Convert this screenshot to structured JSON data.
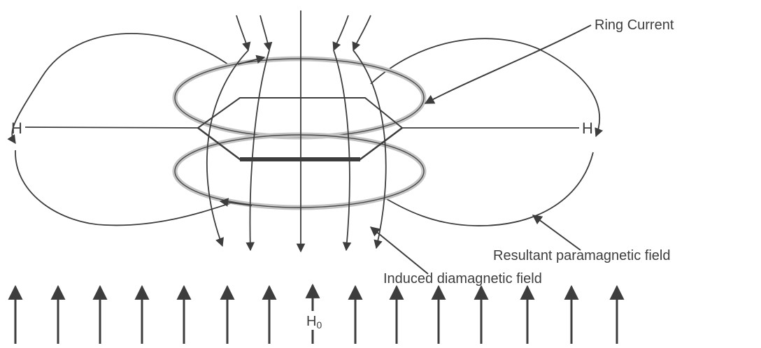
{
  "labels": {
    "ring_current": "Ring Current",
    "left_atom": "H",
    "right_atom": "H",
    "resultant_field": "Resultant paramagnetic field",
    "induced_field": "Induced diamagnetic field",
    "applied_field": "H",
    "applied_field_subscript": "0"
  },
  "colors": {
    "ink": "#3d3d3d",
    "ring_glow": "#b9b9b9",
    "background": "#ffffff"
  }
}
